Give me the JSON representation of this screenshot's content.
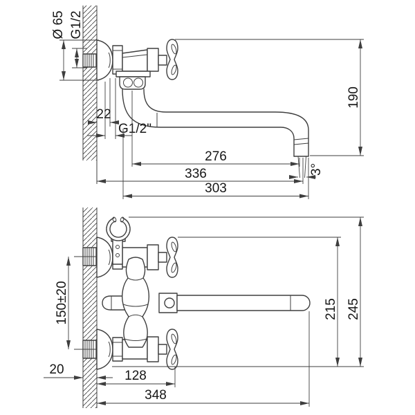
{
  "drawing_type": "faucet installation dimension drawing",
  "colors": {
    "line": "#3e3e3e",
    "text": "#161616",
    "background": "#ffffff"
  },
  "side_view": {
    "dimensions": {
      "flange_diameter": "Ø 65",
      "wall_thread": "G1/2",
      "wall_offset": "22",
      "outlet_thread": "G1/2\"",
      "spout_reach": "276",
      "overall_reach": "336",
      "spout_length": "303",
      "spout_height": "190",
      "spout_tip_angle": "3°"
    }
  },
  "front_view": {
    "dimensions": {
      "connection_centers": "150±20",
      "wall_thickness": "20",
      "handle_center_offset": "128",
      "overall_width": "348",
      "body_height": "215",
      "overall_height": "245"
    }
  }
}
